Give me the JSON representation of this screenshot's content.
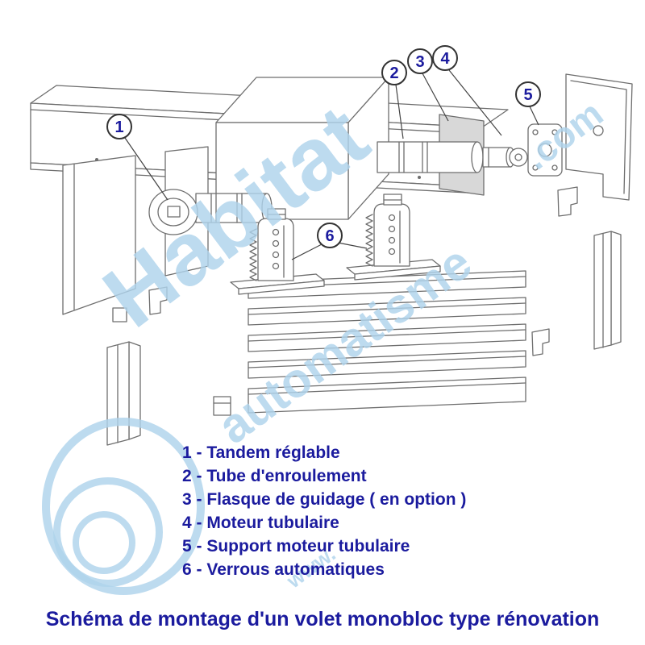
{
  "watermark": {
    "word1": "Habitat",
    "word2": "automatisme",
    "dotcom": ".com",
    "www": "www.",
    "color": "#aed3ea"
  },
  "diagram": {
    "callouts": [
      "1",
      "2",
      "3",
      "4",
      "5",
      "6"
    ]
  },
  "legend": {
    "items": [
      "1 - Tandem réglable",
      "2 - Tube d'enroulement",
      "3 - Flasque de guidage ( en option )",
      "4 - Moteur tubulaire",
      "5 - Support moteur tubulaire",
      "6 - Verrous automatiques"
    ]
  },
  "footer": {
    "title": "Schéma de montage d'un volet monobloc type rénovation"
  },
  "colors": {
    "legend_text": "#1b1b9e",
    "title_text": "#1b1b9e",
    "drawing_line": "#6e6e6e",
    "watermark": "#aed3ea"
  }
}
